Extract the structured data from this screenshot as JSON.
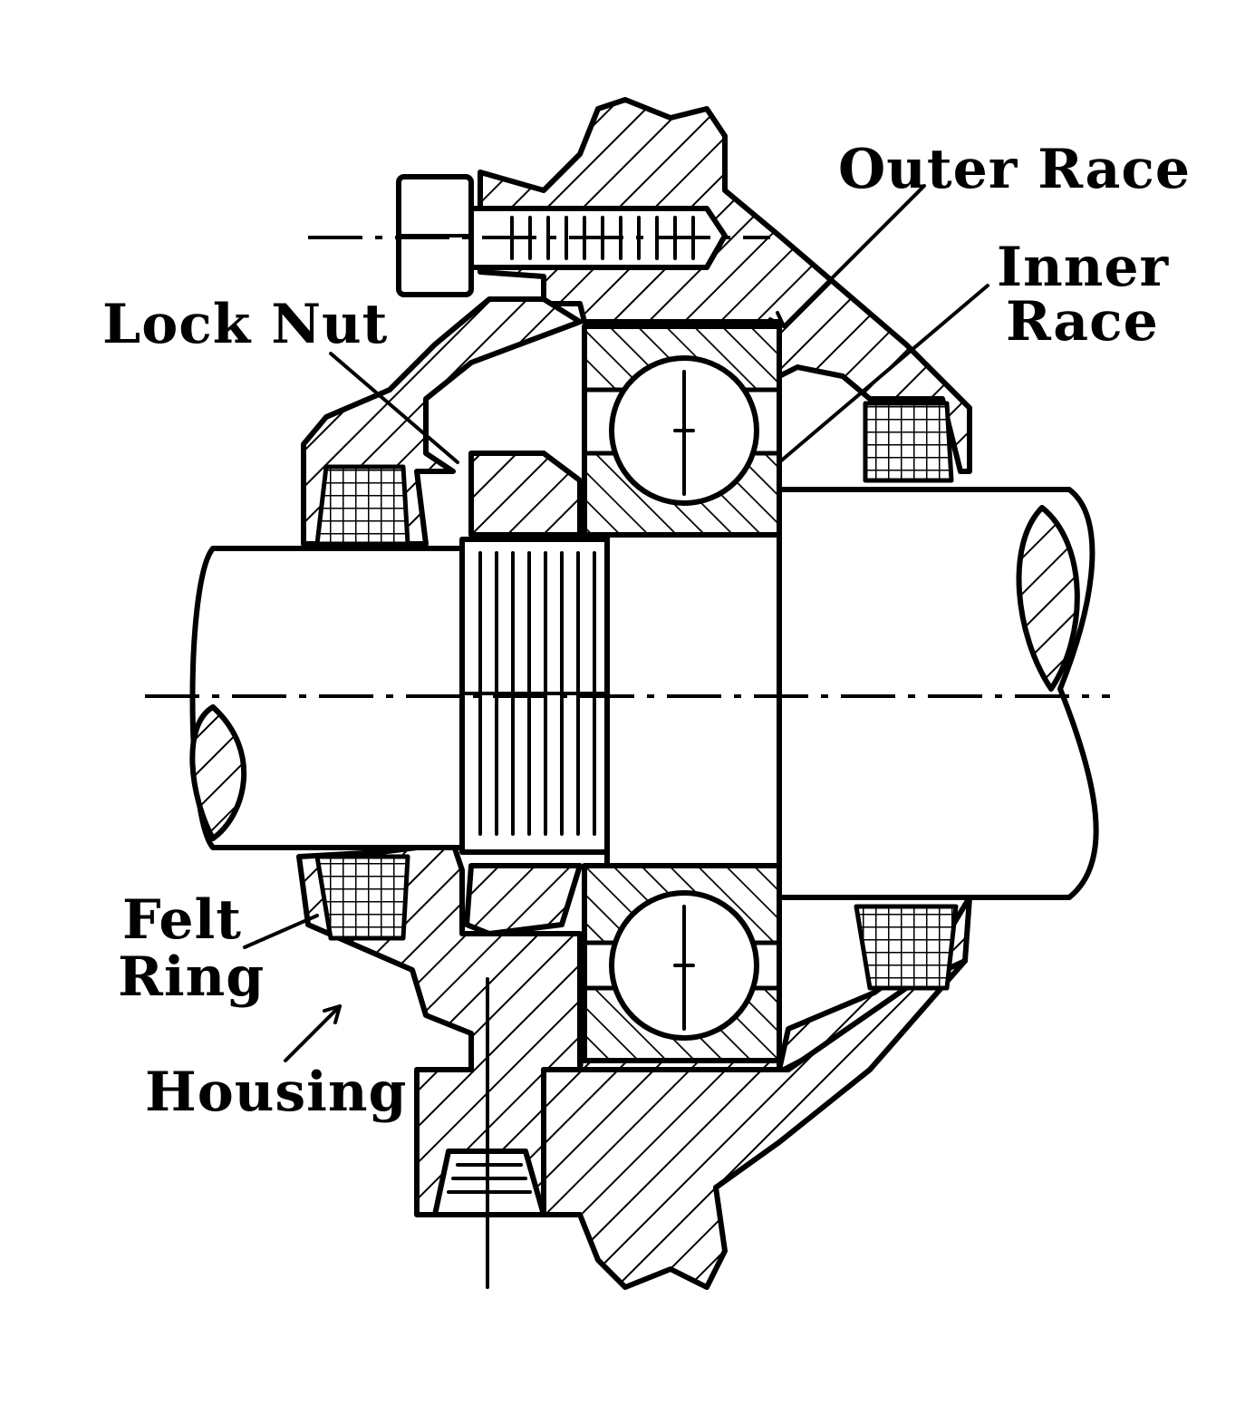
{
  "labels": {
    "outer_race": "Outer Race",
    "inner_race_line1": "Inner",
    "inner_race_line2": "Race",
    "lock_nut": "Lock Nut",
    "felt_ring_line1": "Felt",
    "felt_ring_line2": "Ring",
    "housing": "Housing"
  },
  "colors": {
    "ink": "#000000",
    "paper": "#ffffff"
  }
}
